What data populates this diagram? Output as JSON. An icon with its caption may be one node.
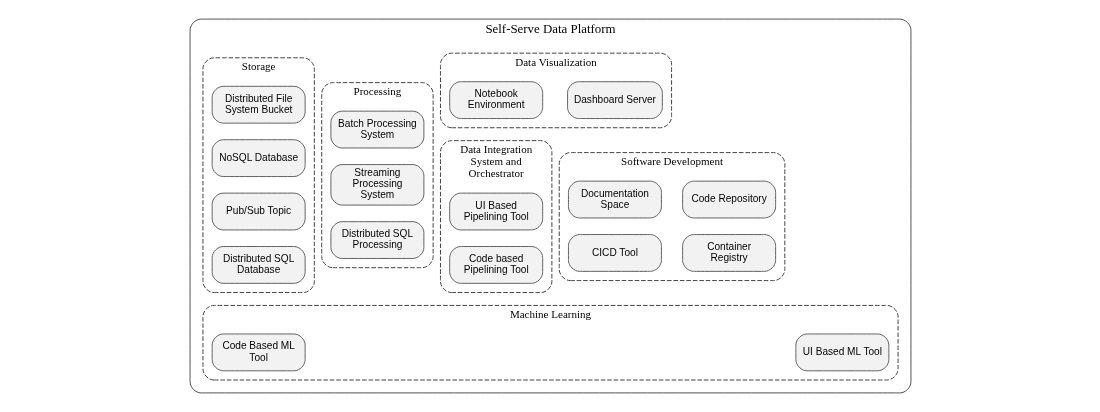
{
  "diagram": {
    "nodes": [
      {
        "text": [
          "Self-Serve Data Platform"
        ]
      },
      {
        "text": [
          "Storage"
        ],
        "in": 0
      },
      {
        "text": [
          "Distributed File System Bucket"
        ],
        "in": 1
      },
      {
        "text": [
          "NoSQL Database"
        ],
        "in": 1
      },
      {
        "text": [
          "Pub/Sub Topic"
        ],
        "in": 1
      },
      {
        "text": [
          "Distributed SQL Database"
        ],
        "in": 1
      },
      {
        "text": [
          "Processing"
        ],
        "in": 0
      },
      {
        "text": [
          "Batch Processing System"
        ],
        "in": 6
      },
      {
        "text": [
          "Streaming Processing System"
        ],
        "in": 6
      },
      {
        "text": [
          "Distributed SQL Processing"
        ],
        "in": 6
      },
      {
        "text": [
          "Data Integration System and Orchestrator"
        ],
        "in": 0
      },
      {
        "text": [
          "UI Based Pipelining Tool"
        ],
        "in": 10
      },
      {
        "text": [
          "Code based Pipelining Tool"
        ],
        "in": 10
      },
      {
        "text": [
          "Data Visualization"
        ],
        "in": 0
      },
      {
        "text": [
          "Dashboard Server"
        ],
        "in": 13
      },
      {
        "text": [
          "Notebook Environment"
        ],
        "in": 13
      },
      {
        "text": [
          "Software Development"
        ],
        "in": 0
      },
      {
        "text": [
          "Code Repository"
        ],
        "in": 16
      },
      {
        "text": [
          "Documentation Space"
        ],
        "in": 16
      },
      {
        "text": [
          "CICD Tool"
        ],
        "in": 16
      },
      {
        "text": [
          "Container Registry"
        ],
        "in": 16
      },
      {
        "text": [
          "Machine Learning"
        ],
        "in": 0
      },
      {
        "text": [
          "UI Based ML Tool"
        ],
        "in": 21
      },
      {
        "text": [
          "Code Based ML Tool"
        ],
        "in": 21
      }
    ],
    "edges": []
  }
}
